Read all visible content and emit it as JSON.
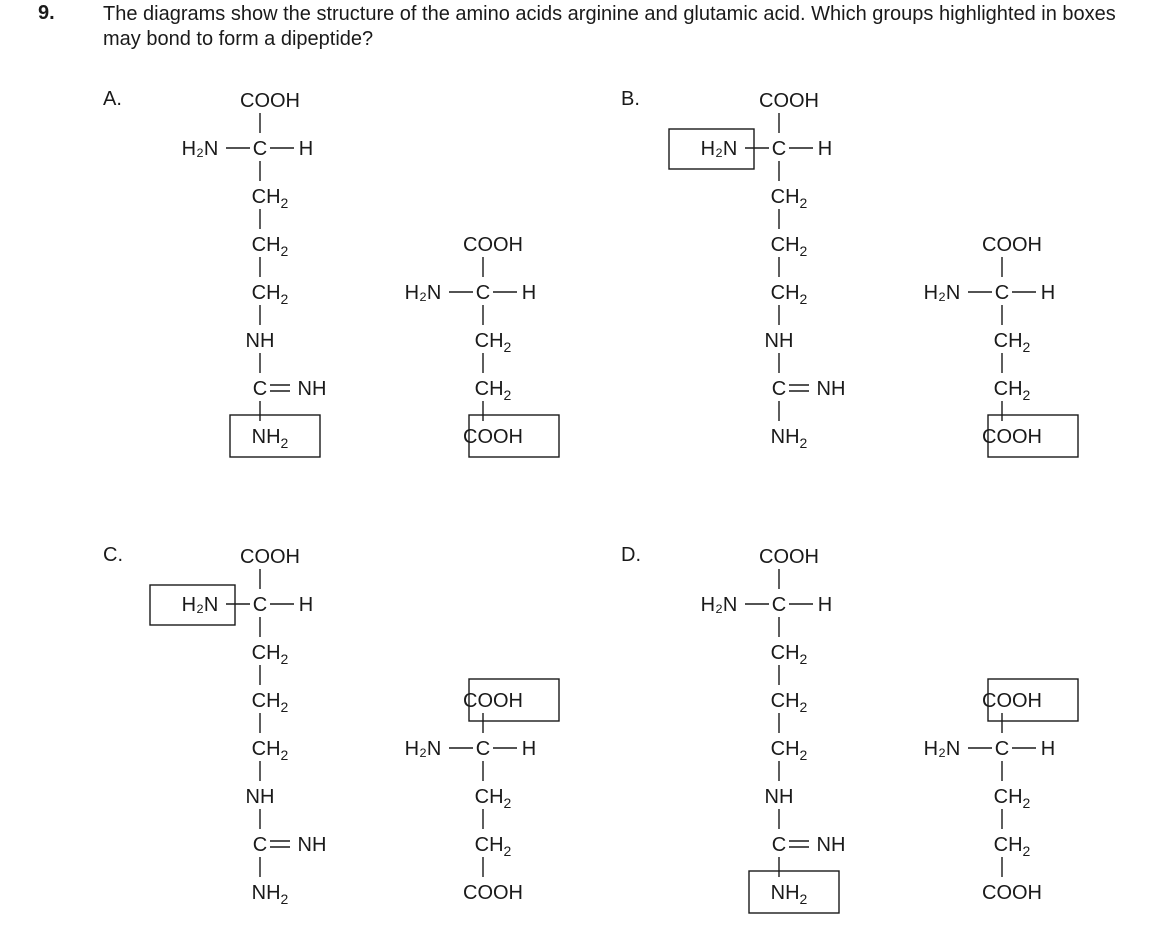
{
  "question": {
    "number": "9.",
    "text": "The diagrams show the structure of the amino acids arginine and glutamic acid. Which groups highlighted in boxes may bond to form a dipeptide?"
  },
  "groups": {
    "cooh": "COOH",
    "h2n": "H₂N",
    "c": "C",
    "h": "H",
    "ch2": "CH₂",
    "nh": "NH",
    "nh2": "NH₂",
    "imine": "C=NH"
  },
  "options": [
    {
      "label": "A.",
      "arginine_box": "NH₂",
      "glutamic_box": "COOH"
    },
    {
      "label": "B.",
      "arginine_box": "H₂N",
      "glutamic_box": "COOH"
    },
    {
      "label": "C.",
      "arginine_box": "H₂N",
      "glutamic_box": "COOH"
    },
    {
      "label": "D.",
      "arginine_box": "NH₂",
      "glutamic_box": "COOH"
    }
  ]
}
